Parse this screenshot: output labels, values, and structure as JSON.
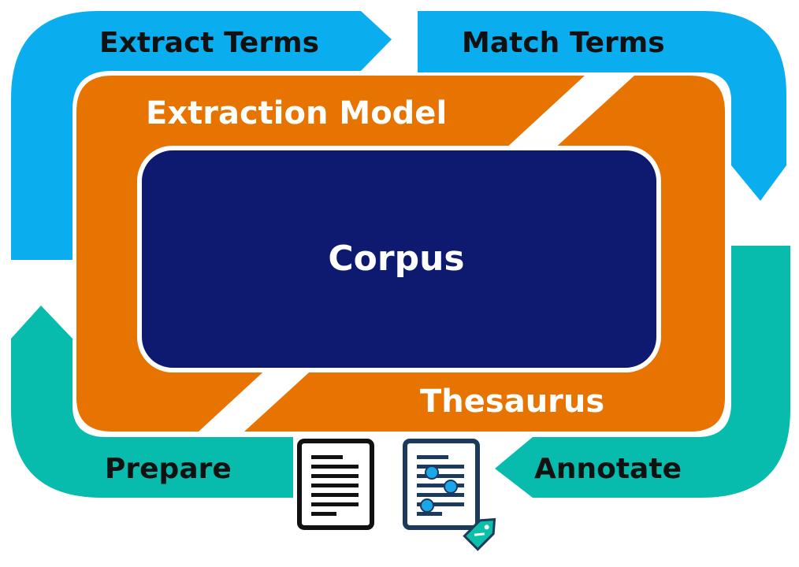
{
  "labels": {
    "extract_terms": "Extract Terms",
    "match_terms": "Match Terms",
    "prepare": "Prepare",
    "annotate": "Annotate",
    "extraction_model": "Extraction Model",
    "thesaurus": "Thesaurus",
    "corpus": "Corpus"
  },
  "colors": {
    "blue_arrow": "#0aaeef",
    "teal_arrow": "#08bcad",
    "orange_frame": "#e77400",
    "corpus_box": "#0d1a70",
    "corpus_border": "#ffffff",
    "dark_text": "#111111",
    "light_text": "#ffffff",
    "doc_dot": "#1aa6e8",
    "tag": "#0bbfa8"
  },
  "icons": {
    "plain_document": "document-icon",
    "annotated_document": "annotated-document-icon",
    "tag": "tag-icon"
  }
}
